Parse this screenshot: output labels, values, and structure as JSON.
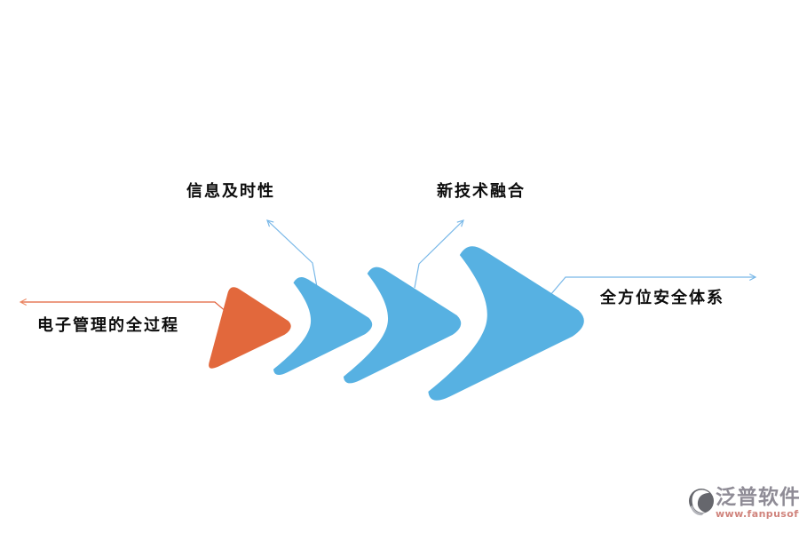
{
  "diagram": {
    "type": "process-arrow-diagram",
    "background": "#ffffff",
    "callouts": [
      {
        "id": "timeliness",
        "label": "信息及时性",
        "position": "top-left",
        "points_to": "arrow-2"
      },
      {
        "id": "new-tech",
        "label": "新技术融合",
        "position": "top-right",
        "points_to": "arrow-3"
      },
      {
        "id": "e-management",
        "label": "电子管理的全过程",
        "position": "left",
        "points_to": "arrow-1"
      },
      {
        "id": "security",
        "label": "全方位安全体系",
        "position": "right",
        "points_to": "arrow-4"
      }
    ],
    "shapes": [
      {
        "id": "arrow-1",
        "kind": "rounded-triangle",
        "color": "#e2683c",
        "order": 1,
        "size": "small"
      },
      {
        "id": "arrow-2",
        "kind": "chevron",
        "color": "#57b1e2",
        "order": 2,
        "size": "medium"
      },
      {
        "id": "arrow-3",
        "kind": "chevron",
        "color": "#57b1e2",
        "order": 3,
        "size": "large"
      },
      {
        "id": "arrow-4",
        "kind": "chevron",
        "color": "#57b1e2",
        "order": 4,
        "size": "x-large"
      }
    ],
    "colors": {
      "orange": "#e2683c",
      "blue": "#57b1e2",
      "connector_blue": "#79b8e8",
      "connector_orange": "#e2603a",
      "connector_orange_head": "#ee8f6b",
      "label_text": "#0c0c0c"
    }
  },
  "watermark": {
    "brand": "泛普软件",
    "url": "www.fanpusoft.com",
    "brand_color": "#8f8c96",
    "url_color": "#d0837c"
  }
}
